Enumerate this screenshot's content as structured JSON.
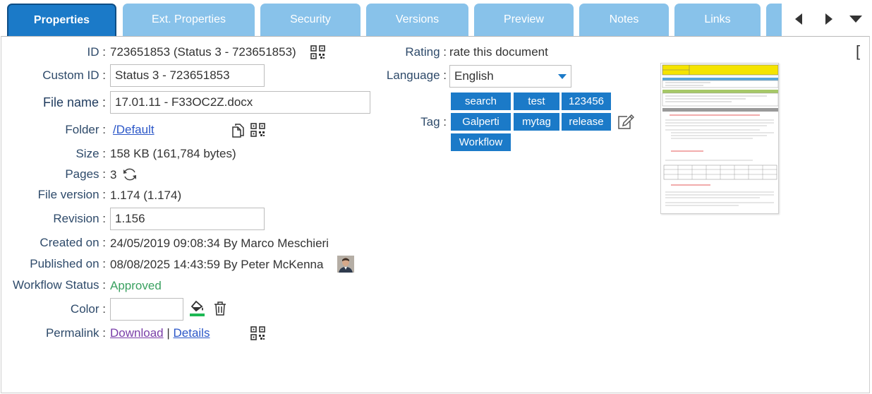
{
  "tabs": [
    {
      "label": "Properties",
      "active": true
    },
    {
      "label": "Ext. Properties"
    },
    {
      "label": "Security"
    },
    {
      "label": "Versions"
    },
    {
      "label": "Preview"
    },
    {
      "label": "Notes"
    },
    {
      "label": "Links"
    }
  ],
  "fields": {
    "id": {
      "label": "ID",
      "value": "723651853 (Status 3 - 723651853)"
    },
    "custom_id": {
      "label": "Custom ID",
      "value": "Status 3 - 723651853"
    },
    "file_name": {
      "label": "File name",
      "value": "17.01.11 - F33OC2Z.docx"
    },
    "folder": {
      "label": "Folder",
      "value": "/Default"
    },
    "size": {
      "label": "Size",
      "value": "158 KB (161,784 bytes)"
    },
    "pages": {
      "label": "Pages",
      "value": "3"
    },
    "file_version": {
      "label": "File version",
      "value": "1.174 (1.174)"
    },
    "revision": {
      "label": "Revision",
      "value": "1.156"
    },
    "created_on": {
      "label": "Created on",
      "value": "24/05/2019 09:08:34 By Marco Meschieri"
    },
    "published_on": {
      "label": "Published on",
      "value": "08/08/2025 14:43:59 By Peter McKenna"
    },
    "workflow_status": {
      "label": "Workflow Status",
      "value": "Approved"
    },
    "color": {
      "label": "Color",
      "value": ""
    },
    "permalink": {
      "label": "Permalink",
      "download": "Download",
      "separator": "|",
      "details": "Details"
    }
  },
  "right": {
    "rating": {
      "label": "Rating",
      "value": "rate this document"
    },
    "language": {
      "label": "Language",
      "value": "English"
    },
    "tag": {
      "label": "Tag",
      "tags": [
        "search",
        "test",
        "123456",
        "Galperti",
        "mytag",
        "release",
        "Workflow"
      ]
    }
  },
  "colors": {
    "accent": "#1b7ac8",
    "tab_inactive": "#88c2ea",
    "status_approved": "#3aa160",
    "fill_indicator": "#1db954"
  },
  "icons": [
    "qr-code-icon",
    "copy-icon",
    "refresh-icon",
    "paint-bucket-icon",
    "trash-icon",
    "edit-icon",
    "arrow-left-icon",
    "arrow-right-icon",
    "chevron-down-icon"
  ]
}
